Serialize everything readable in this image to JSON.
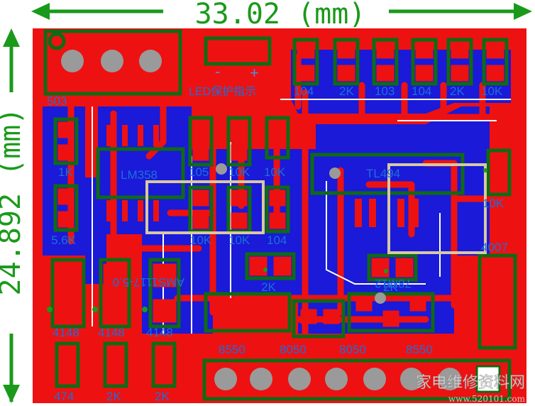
{
  "dimensions": {
    "width_label": "33.02 (mm)",
    "height_label": "24.892 (mm)"
  },
  "colors": {
    "board": "#ee1111",
    "copper_bottom": "#1a1ad8",
    "outline": "#0f6b14",
    "silk_text": "#1d6fd8",
    "hole": "#9a9a9a",
    "keepout": "#d8c8a0"
  },
  "labels": {
    "connector_top": "503",
    "led_label": "LED保护指示",
    "led_minus": "-",
    "led_plus": "+",
    "top_r1": "104",
    "top_r2": "2K",
    "top_r3": "103",
    "top_r4": "104",
    "top_r5": "2K",
    "top_r6": "10K",
    "r_1k": "1K",
    "ic_lm358": "LM358",
    "c_105": "105",
    "r_10k_a": "10K",
    "r_10k_b": "10K",
    "ic_tl494": "TL494",
    "r_10k_c": "10K",
    "r_10k_d": "10K",
    "c_104": "104",
    "r_5_6k": "5.6K",
    "r_10k_e": "10K",
    "d_4007": "4007",
    "reg_ams": "AMS1117-5.0",
    "r_2k_a": "2K",
    "r_2k_b": "2K",
    "reg_78m12": "78M12",
    "d_4148_a": "4148",
    "d_4148_b": "4148",
    "d_4148_c": "4148",
    "q_8550_a": "8550",
    "q_8050_a": "8050",
    "q_8050_b": "8050",
    "q_8550_b": "8550",
    "c_474": "474",
    "r_2k_c": "2K",
    "r_2k_d": "2K",
    "watermark_cn": "家电维修资料网",
    "watermark_url": "www.520101.com"
  }
}
